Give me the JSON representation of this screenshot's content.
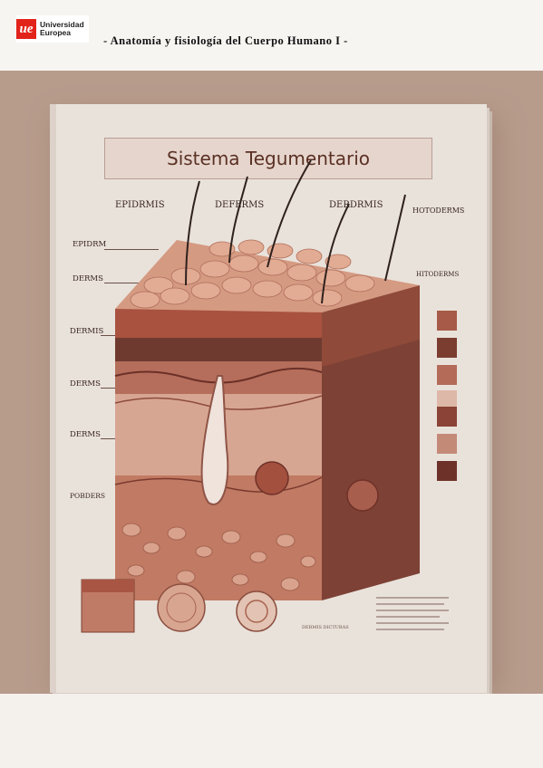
{
  "header": {
    "logo_mark": "ue",
    "logo_line1": "Universidad",
    "logo_line2": "Europea",
    "title": "-  Anatomía y fisiología del Cuerpo Humano I  -"
  },
  "cover": {
    "title": "Sistema Tegumentario",
    "top_labels": [
      "EPIDRMIS",
      "DEFERMS",
      "DERDRMIS",
      "HOTODERMS"
    ],
    "left_labels": [
      "EPIDRM",
      "DERMS",
      "DERMIS",
      "DERMS",
      "DERMS",
      "POBDERS"
    ],
    "right_label": "HITODERMS",
    "swatches": [
      "#a65a47",
      "#7b3d30",
      "#b46b58",
      "#ddb8a8",
      "#8a4336",
      "#c48a78",
      "#6e3129"
    ],
    "bottom_caption": "DERMIS DICTURAS"
  }
}
